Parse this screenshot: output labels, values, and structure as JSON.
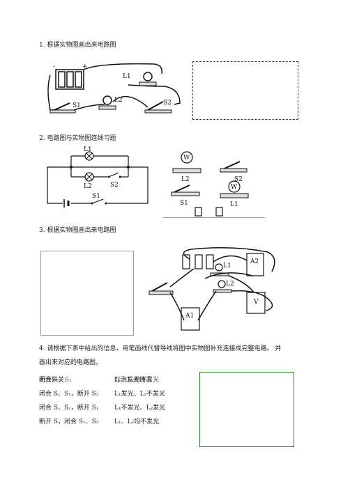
{
  "questions": {
    "q1": "1. 根据实物图画出来电路图",
    "q2": "2. 电路图与实物图连线习题",
    "q3": "3. 根据实物图画出来电路图",
    "q4_line1": "4. 请根据下表中给出的信息，用笔画线代替导线将图中实物图补充连接成完整电路。 并",
    "q4_line2": "画出来对应的电路图。"
  },
  "fig1": {
    "minus": "-",
    "plus": "+",
    "L1": "L1",
    "L2": "L2",
    "S1": "S1",
    "S2": "S2"
  },
  "fig2": {
    "L1": "L1",
    "L2": "L2",
    "S1": "S1",
    "S2": "S2",
    "rL2": "L2",
    "rS2": "S2",
    "rS1": "S1",
    "rL1": "L1"
  },
  "fig3": {
    "A1": "A1",
    "A2": "A2",
    "V": "V",
    "L1": "L1",
    "L2": "L2"
  },
  "table": {
    "header_left": "闭合开关",
    "header_right": "灯泡发光情况",
    "overlay_left": "断开S₁、S₂",
    "overlay_right": "L₁、L₂都不发光",
    "rows": [
      {
        "action": "闭合 S、S₁，断开 S₂",
        "result": "L₁发光、L₂不发光"
      },
      {
        "action": "闭合 S、S₂，断开 S₁",
        "result": "L₁不发光、L₂发光"
      },
      {
        "action": "断开 S，闭合 S₁、S₂",
        "result": "L₁、L₂均不发光"
      }
    ]
  },
  "colors": {
    "dashed_box": "#333333",
    "green_box": "#2e8b2e",
    "gray_box": "#999999"
  }
}
